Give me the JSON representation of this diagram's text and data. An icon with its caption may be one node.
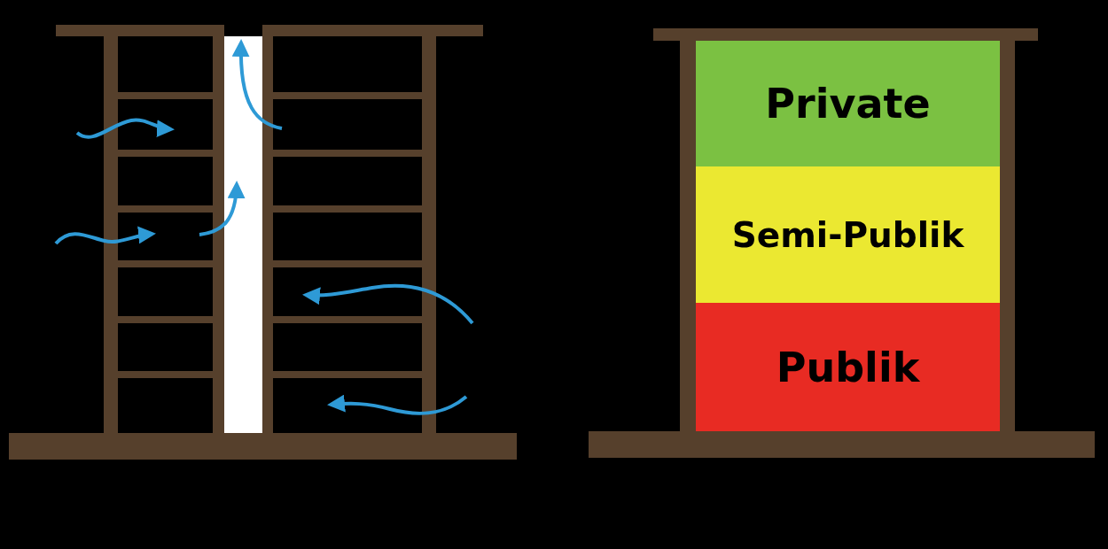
{
  "diagram": {
    "nodes": [
      {
        "text": [
          "Private"
        ]
      },
      {
        "text": [
          "Semi-Publik"
        ]
      },
      {
        "text": [
          "Publik"
        ]
      }
    ]
  }
}
